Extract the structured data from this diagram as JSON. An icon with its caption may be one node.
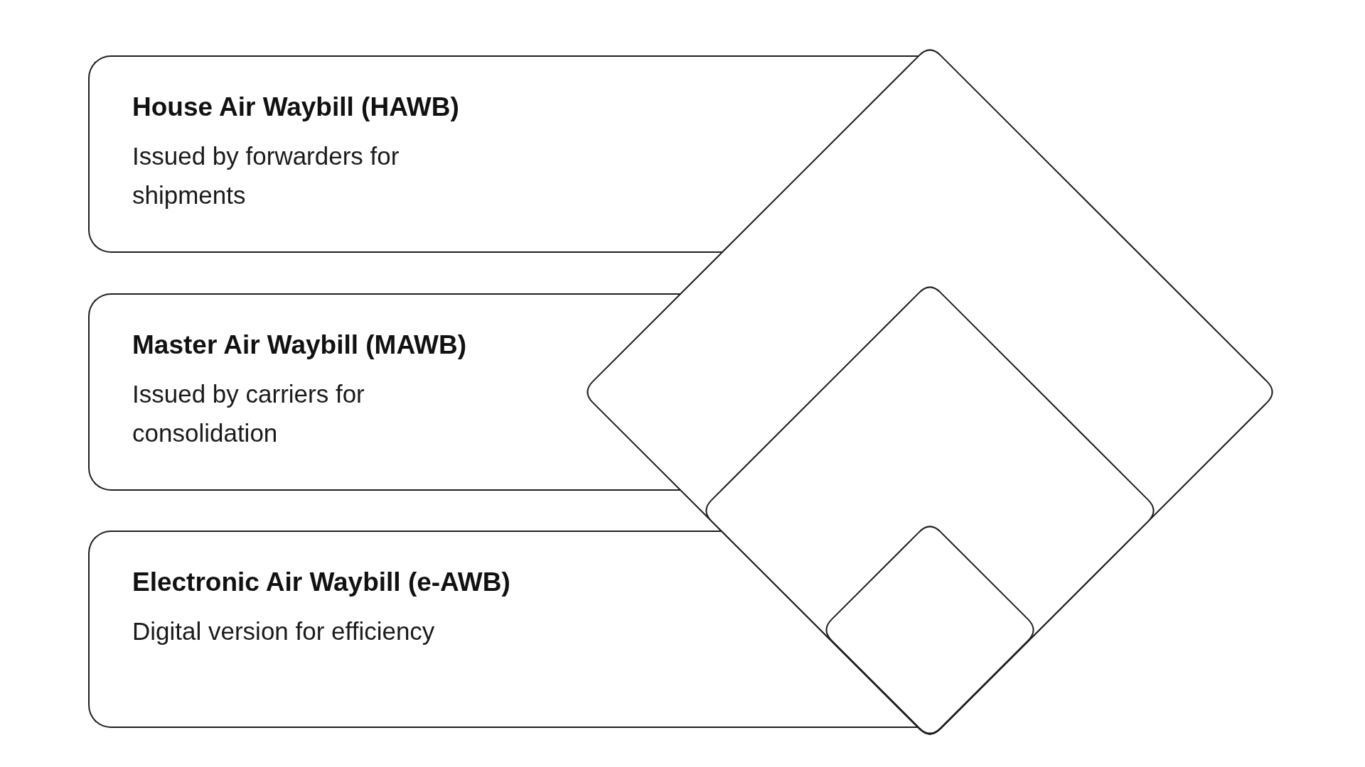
{
  "diagram": {
    "nodes": [
      {
        "text": [
          "House Air Waybill (HAWB)",
          "Issued by forwarders for shipments"
        ]
      },
      {
        "text": [
          "Master Air Waybill (MAWB)",
          "Issued by carriers for consolidation"
        ]
      },
      {
        "text": [
          "Electronic Air Waybill (e-AWB)",
          "Digital version for efficiency"
        ]
      },
      {
        "text": [],
        "shape": "diamond"
      },
      {
        "text": [],
        "shape": "diamond",
        "in": 3
      },
      {
        "text": [],
        "shape": "diamond",
        "in": 4
      }
    ]
  }
}
